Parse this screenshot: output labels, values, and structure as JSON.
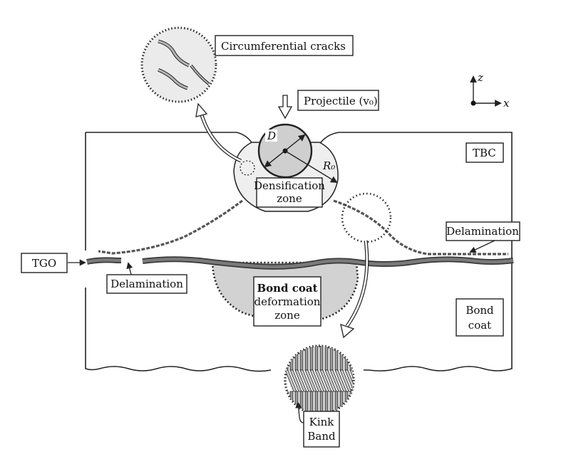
{
  "labels": {
    "circumferential_cracks": "Circumferential cracks",
    "projectile": "Projectile (v₀)",
    "tbc": "TBC",
    "diameter": "D",
    "radius": "R₀",
    "densification_line1": "Densification",
    "densification_line2": "zone",
    "delamination_right": "Delamination",
    "tgo": "TGO",
    "delamination_left": "Delamination",
    "bond_coat_deformation_line1": "Bond coat",
    "bond_coat_deformation_line2": "deformation",
    "bond_coat_deformation_line3": "zone",
    "bond_coat_line1": "Bond",
    "bond_coat_line2": "coat",
    "kink_line1": "Kink",
    "kink_line2": "Band",
    "axis_z": "z",
    "axis_x": "x"
  },
  "colors": {
    "stroke": "#222222",
    "densification_fill": "#efefef",
    "projectile_fill": "#cfcfcf",
    "tgo_fill": "#7a7a7a",
    "bond_zone_fill": "#d2d2d2",
    "inset_fill": "#ebebeb",
    "crack_fill": "#b5b5b5"
  }
}
